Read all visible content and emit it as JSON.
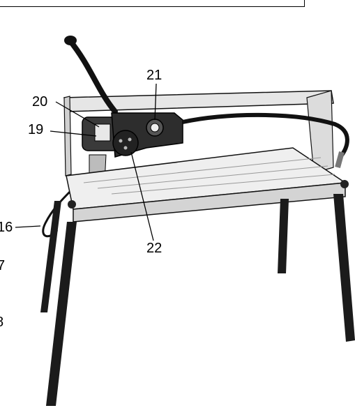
{
  "callouts": {
    "c21": "21",
    "c20": "20",
    "c19": "19",
    "c22": "22",
    "c16": "16",
    "c17": "7",
    "c18": "8"
  },
  "colors": {
    "ink": "#000000",
    "frame_light": "#e4e4e4",
    "frame_mid": "#bdbdbd",
    "motor_dark": "#2a2a2a"
  },
  "icons": {
    "figure": "tile-saw-illustration"
  }
}
